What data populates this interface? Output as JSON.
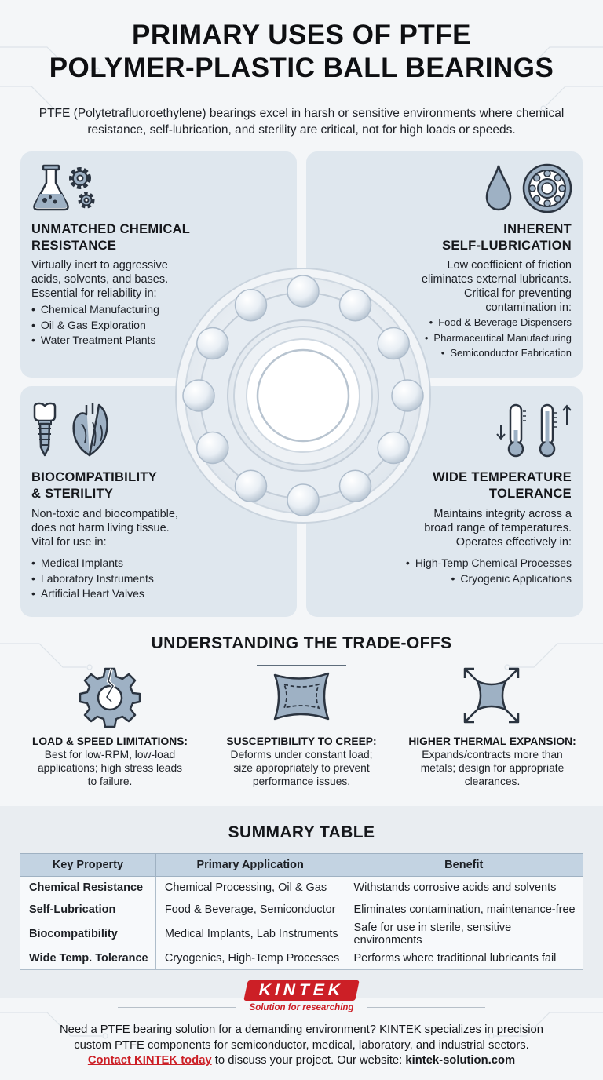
{
  "header": {
    "title_line1": "PRIMARY USES OF PTFE",
    "title_line2": "POLYMER-PLASTIC BALL BEARINGS",
    "intro": "PTFE (Polytetrafluoroethylene) bearings excel in harsh or sensitive environments where chemical resistance, self-lubrication, and sterility are critical, not for high loads or speeds."
  },
  "panels": {
    "chemical": {
      "title_l1": "UNMATCHED CHEMICAL",
      "title_l2": "RESISTANCE",
      "desc_l1": "Virtually inert to aggressive",
      "desc_l2": "acids, solvents, and bases.",
      "desc_l3": "Essential for reliability in:",
      "items": [
        "Chemical Manufacturing",
        "Oil & Gas Exploration",
        "Water Treatment Plants"
      ],
      "icons": [
        "flask-icon",
        "gears-icon"
      ]
    },
    "lubrication": {
      "title_l1": "INHERENT",
      "title_l2": "SELF-LUBRICATION",
      "desc_l1": "Low coefficient of friction",
      "desc_l2": "eliminates external lubricants.",
      "desc_l3": "Critical for preventing",
      "desc_l4": "contamination in:",
      "items": [
        "Food & Beverage Dispensers",
        "Pharmaceutical Manufacturing",
        "Semiconductor Fabrication"
      ],
      "icons": [
        "droplet-icon",
        "bearing-icon"
      ]
    },
    "biocompat": {
      "title_l1": "BIOCOMPATIBILITY",
      "title_l2": "& STERILITY",
      "desc_l1": "Non-toxic and biocompatible,",
      "desc_l2": "does not harm living tissue.",
      "desc_l3": "Vital for use in:",
      "items": [
        "Medical Implants",
        "Laboratory Instruments",
        "Artificial Heart Valves"
      ],
      "icons": [
        "dental-implant-icon",
        "heart-icon"
      ]
    },
    "temperature": {
      "title_l1": "WIDE TEMPERATURE",
      "title_l2": "TOLERANCE",
      "desc_l1": "Maintains integrity across a",
      "desc_l2": "broad range of temperatures.",
      "desc_l3": "Operates effectively in:",
      "items": [
        "High-Temp Chemical Processes",
        "Cryogenic Applications"
      ],
      "icons": [
        "thermometer-down-icon",
        "thermometer-up-icon"
      ]
    }
  },
  "tradeoffs": {
    "title": "UNDERSTANDING THE TRADE-OFFS",
    "items": [
      {
        "head": "LOAD & SPEED LIMITATIONS:",
        "l1": "Best for low-RPM, low-load",
        "l2": "applications; high stress leads",
        "l3": "to failure.",
        "icon": "broken-gear-icon"
      },
      {
        "head": "SUSCEPTIBILITY TO CREEP:",
        "l1": "Deforms under constant load;",
        "l2": "size appropriately to prevent",
        "l3": "performance issues.",
        "icon": "deformed-square-icon"
      },
      {
        "head": "HIGHER THERMAL EXPANSION:",
        "l1": "Expands/contracts more than",
        "l2": "metals; design for appropriate",
        "l3": "clearances.",
        "icon": "expand-arrows-icon"
      }
    ]
  },
  "summary": {
    "title": "SUMMARY TABLE",
    "columns": [
      "Key Property",
      "Primary Application",
      "Benefit"
    ],
    "rows": [
      [
        "Chemical Resistance",
        "Chemical Processing, Oil & Gas",
        "Withstands corrosive acids and solvents"
      ],
      [
        "Self-Lubrication",
        "Food & Beverage, Semiconductor",
        "Eliminates contamination, maintenance-free"
      ],
      [
        "Biocompatibility",
        "Medical Implants, Lab Instruments",
        "Safe for use in sterile, sensitive environments"
      ],
      [
        "Wide Temp. Tolerance",
        "Cryogenics, High-Temp Processes",
        "Performs where traditional lubricants fail"
      ]
    ]
  },
  "footer": {
    "logo": "KINTEK",
    "tagline": "Solution for researching",
    "line1": "Need a PTFE bearing solution for a demanding environment? KINTEK specializes in precision",
    "line2": "custom PTFE components for semiconductor, medical, laboratory, and industrial sectors.",
    "cta": "Contact KINTEK today",
    "line3_mid": " to discuss your project. Our website: ",
    "website": "kintek-solution.com"
  },
  "colors": {
    "icon_fill": "#9eb1c4",
    "icon_stroke": "#2b3440",
    "panel_bg": "#dfe7ee",
    "brand_red": "#cc1f26"
  }
}
